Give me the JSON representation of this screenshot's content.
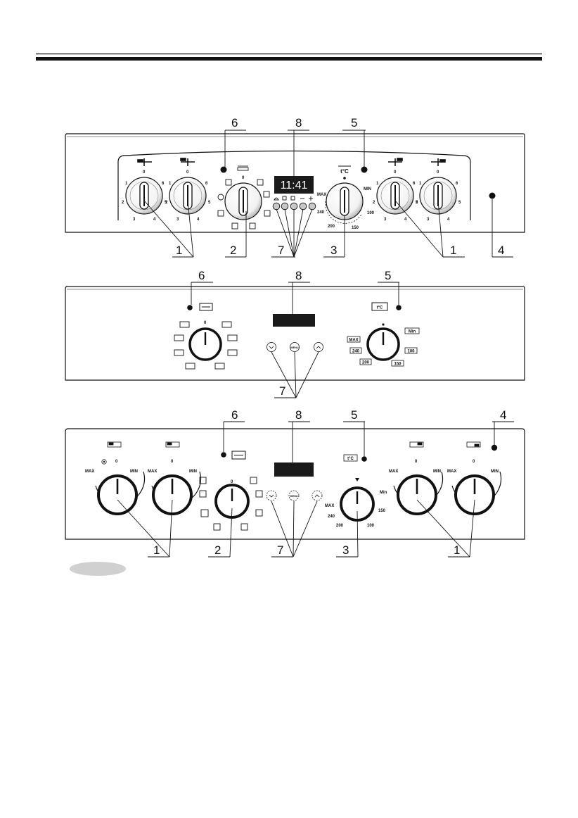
{
  "panels": [
    {
      "display_text": "11:41",
      "callouts": {
        "c1a": "1",
        "c2": "2",
        "c7": "7",
        "c3": "3",
        "c1b": "1",
        "c4": "4",
        "c6": "6",
        "c8": "8",
        "c5": "5"
      },
      "hob_scale": {
        "zero": "0",
        "one": "1",
        "two": "2",
        "three": "3",
        "four": "4",
        "five": "5",
        "six": "6"
      },
      "function_knob_zero": "0",
      "thermostat_label": "t°C",
      "temp_scale": {
        "max": "MAX",
        "min": "MIN",
        "t240": "240",
        "t200": "200",
        "t150": "150",
        "t100": "100"
      },
      "button_symbols": [
        "bell-icon",
        "cook-time-icon",
        "end-time-icon",
        "minus-icon",
        "plus-icon"
      ]
    },
    {
      "callouts": {
        "c6": "6",
        "c8": "8",
        "c5": "5",
        "c7": "7"
      },
      "function_knob_zero": "0",
      "thermostat_label": "t°C",
      "temp_scale": {
        "max": "MAX",
        "min": "Min",
        "t240": "240",
        "t200": "200",
        "t150": "150",
        "t100": "100"
      },
      "buttons": [
        {
          "label": ""
        },
        {
          "label": "MENU"
        },
        {
          "label": ""
        }
      ]
    },
    {
      "callouts": {
        "c6": "6",
        "c8": "8",
        "c5": "5",
        "c4": "4",
        "c1a": "1",
        "c2": "2",
        "c7": "7",
        "c3": "3",
        "c1b": "1"
      },
      "hob_scale": {
        "max": "MAX",
        "min": "MIN",
        "zero": "0"
      },
      "function_knob_zero": "0",
      "thermostat_label": "t°C",
      "temp_scale": {
        "max": "MAX",
        "min": "Min",
        "t240": "240",
        "t200": "200",
        "t150": "150",
        "t100": "100"
      },
      "buttons": [
        {
          "label": ""
        },
        {
          "label": "MENU"
        },
        {
          "label": ""
        }
      ]
    }
  ],
  "colors": {
    "ink": "#111111",
    "display": "#1a1a1a",
    "badge": "#d0d0d0"
  }
}
